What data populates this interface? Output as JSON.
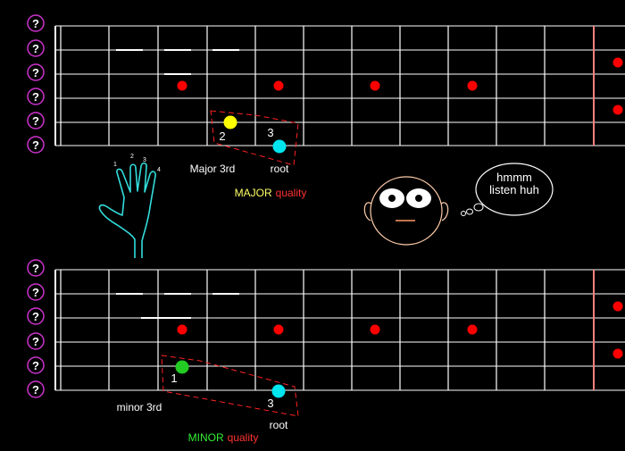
{
  "colors": {
    "background": "#000000",
    "fret_wire": "#ffffff",
    "string": "#ffffff",
    "nut": "#ffffff",
    "marker_line": "#ff8080",
    "inlay_dot": "#ff0000",
    "help_button_ring": "#cc33cc",
    "major_3rd_note": "#ffff00",
    "minor_3rd_note": "#22cc22",
    "root_note": "#00e5ee",
    "shape_outline": "#ff2222",
    "hand_outline": "#33dddd",
    "face_outline": "#ffccaa",
    "major_word": "#ffff66",
    "minor_word": "#33ee33",
    "quality_word": "#ff3333"
  },
  "help_button_symbol": "?",
  "top_fretboard": {
    "help_buttons": [
      "?",
      "?",
      "?",
      "?",
      "?",
      "?"
    ],
    "third_finger": "2",
    "root_finger": "3",
    "third_label": "Major 3rd",
    "root_label": "root",
    "quality_name": "MAJOR",
    "quality_word": "quality"
  },
  "hand_diagram": {
    "finger_numbers": [
      "1",
      "2",
      "3",
      "4"
    ]
  },
  "character": {
    "thought": [
      "hmmm",
      "listen huh"
    ]
  },
  "bottom_fretboard": {
    "help_buttons": [
      "?",
      "?",
      "?",
      "?",
      "?",
      "?"
    ],
    "third_finger": "1",
    "root_finger": "3",
    "third_label": "minor 3rd",
    "root_label": "root",
    "quality_name": "MINOR",
    "quality_word": "quality"
  }
}
